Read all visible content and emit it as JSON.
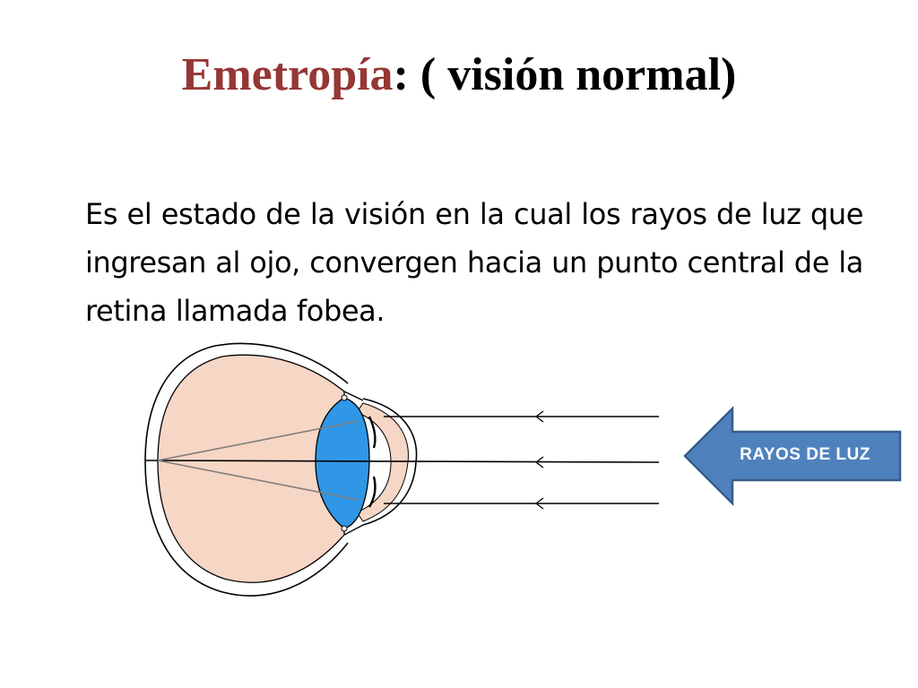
{
  "slide": {
    "title_accent": "Emetropía",
    "title_rest": ": ( visión normal)",
    "paragraph": "Es el estado de la visión en la cual los rayos de luz que ingresan al ojo, convergen hacia un punto central de la retina llamada fobea."
  },
  "diagram": {
    "arrow_label": "RAYOS DE LUZ",
    "colors": {
      "eyeball_fill": "#f6d6c5",
      "lens_fill": "#2f97e6",
      "arrow_fill": "#4f81bd",
      "arrow_border": "#385d8a",
      "title_accent": "#953735"
    }
  }
}
